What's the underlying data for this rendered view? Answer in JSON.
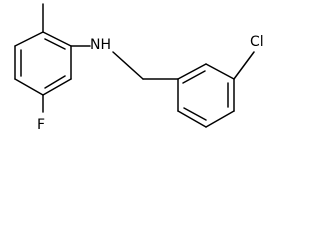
{
  "molecule": {
    "atom_labels": {
      "nh": "NH",
      "fluorine": "F",
      "chlorine": "Cl"
    }
  }
}
